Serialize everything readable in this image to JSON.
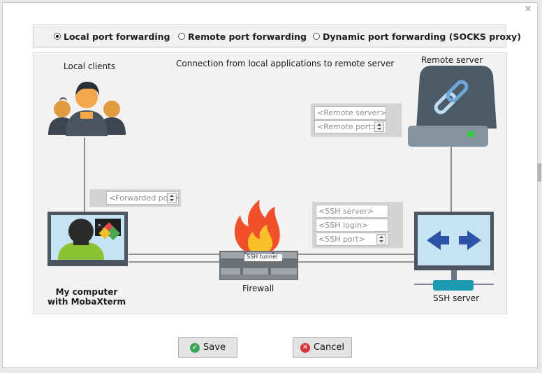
{
  "radios": {
    "local": "Local port forwarding",
    "remote": "Remote port forwarding",
    "dynamic": "Dynamic port forwarding (SOCKS proxy)"
  },
  "diagram": {
    "local_clients": "Local clients",
    "connection_note": "Connection from local applications to remote server",
    "remote_server": "Remote server",
    "my_computer_line1": "My computer",
    "my_computer_line2": "with MobaXterm",
    "firewall": "Firewall",
    "ssh_tunnel": "SSH tunnel",
    "ssh_server": "SSH server"
  },
  "fields": {
    "remote_server": "<Remote server>",
    "remote_port": "<Remote port>",
    "forwarded_port": "<Forwarded port>",
    "ssh_server": "<SSH server>",
    "ssh_login": "<SSH login>",
    "ssh_port": "<SSH port>"
  },
  "buttons": {
    "save": "Save",
    "cancel": "Cancel"
  },
  "icons": {
    "close": "close-icon",
    "clients": "users-group-icon",
    "server": "link-server-icon",
    "computer": "user-computer-icon",
    "firewall": "firewall-icon",
    "ssh_server": "ssh-server-icon",
    "save": "check-icon",
    "cancel": "x-circle-icon"
  },
  "colors": {
    "arrow_blue": "#2e52a6",
    "screen_blue": "#bfe0f3",
    "save_green": "#3aa655",
    "cancel_red": "#d7343a"
  }
}
